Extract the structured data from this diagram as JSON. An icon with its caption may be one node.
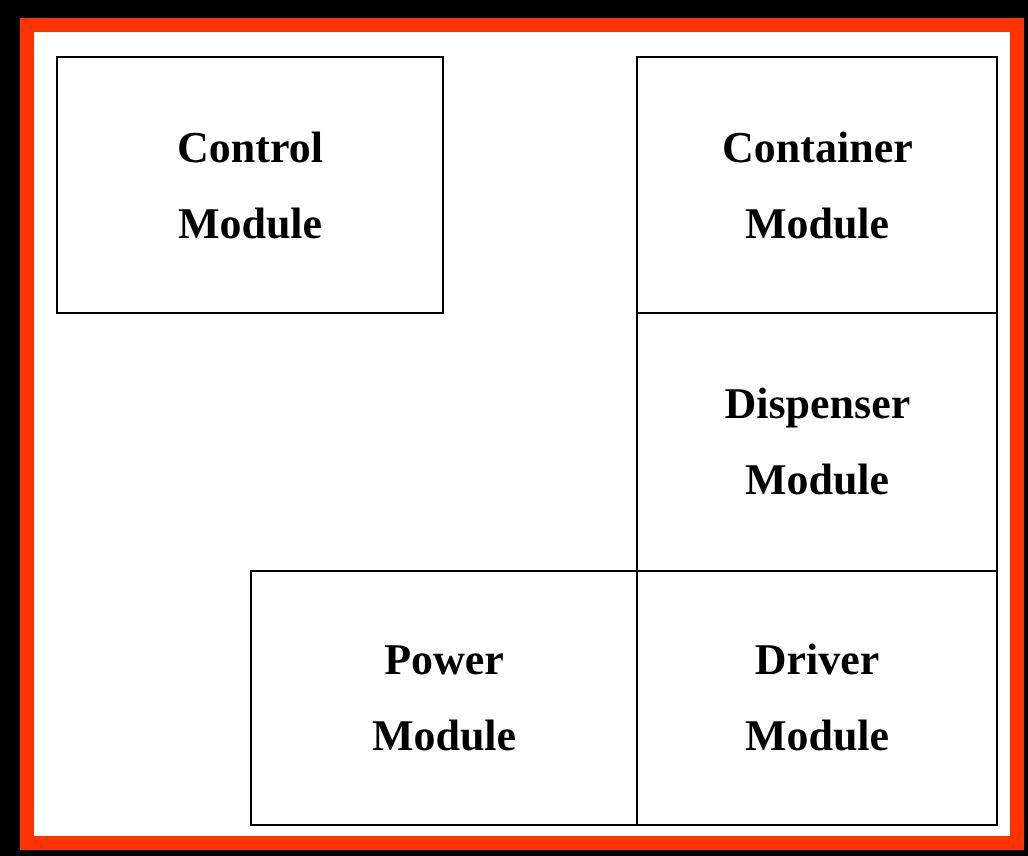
{
  "diagram": {
    "nodes": [
      {
        "text": [
          "Control Module"
        ]
      },
      {
        "text": [
          "Container Module"
        ]
      },
      {
        "text": [
          "Dispenser Module"
        ]
      },
      {
        "text": [
          "Power Module"
        ]
      },
      {
        "text": [
          "Driver Module"
        ]
      }
    ],
    "edges": []
  }
}
